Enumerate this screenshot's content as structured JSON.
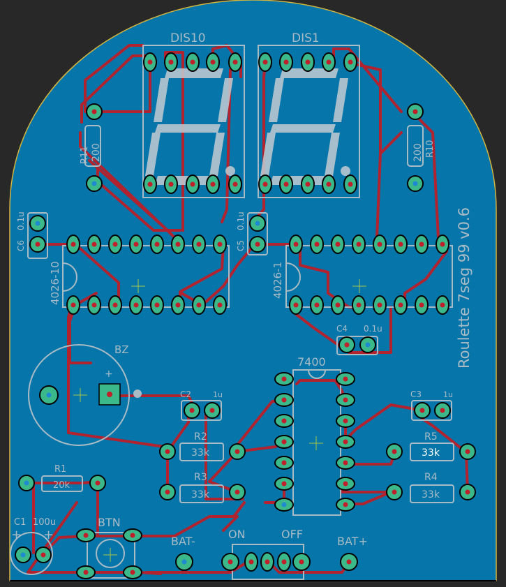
{
  "board": {
    "title": "Roulette 7seg 99 v0.6",
    "colors": {
      "background": "#282828",
      "board": "#0575aa",
      "outline": "#d2b440",
      "trace": "#b0232f",
      "pad": "#3cb98a",
      "silkscreen": "#a9bcc6"
    }
  },
  "components": {
    "dis10": {
      "ref": "DIS10"
    },
    "dis1": {
      "ref": "DIS1"
    },
    "r11": {
      "ref": "R11",
      "value": "200"
    },
    "r10": {
      "ref": "R10",
      "value": "200"
    },
    "c6": {
      "ref": "C6",
      "value": "0.1u"
    },
    "c5": {
      "ref": "C5",
      "value": "0.1u"
    },
    "c4": {
      "ref": "C4",
      "value": "0.1u"
    },
    "ic_tens": {
      "ref": "4026-10"
    },
    "ic_ones": {
      "ref": "4026-1"
    },
    "bz": {
      "ref": "BZ"
    },
    "ic_nand": {
      "ref": "7400"
    },
    "c2": {
      "ref": "C2",
      "value": "1u"
    },
    "c3": {
      "ref": "C3",
      "value": "1u"
    },
    "r2": {
      "ref": "R2",
      "value": "33k"
    },
    "r3": {
      "ref": "R3",
      "value": "33k"
    },
    "r5": {
      "ref": "R5",
      "value": "33k"
    },
    "r4": {
      "ref": "R4",
      "value": "33k"
    },
    "r1": {
      "ref": "R1",
      "value": "20k"
    },
    "c1": {
      "ref": "C1",
      "value": "100u",
      "plus": "+"
    },
    "btn": {
      "ref": "BTN"
    },
    "bat_minus": {
      "ref": "BAT-"
    },
    "bat_plus": {
      "ref": "BAT+"
    },
    "switch": {
      "on": "ON",
      "off": "OFF"
    }
  }
}
